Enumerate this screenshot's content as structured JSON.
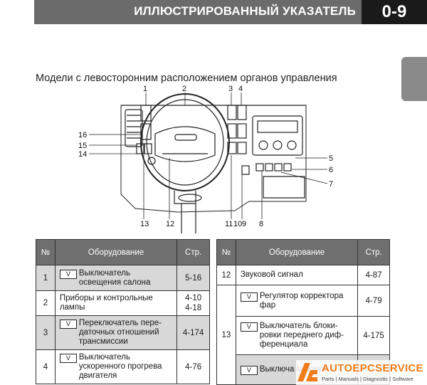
{
  "header": {
    "title": "ИЛЛЮСТРИРОВАННЫЙ УКАЗАТЕЛЬ",
    "page": "0-9"
  },
  "caption": "Модели с левосторонним расположением органов управления",
  "callouts": [
    "1",
    "2",
    "3",
    "4",
    "5",
    "6",
    "7",
    "8",
    "9",
    "10",
    "11",
    "12",
    "13",
    "14",
    "15",
    "16"
  ],
  "table_left": {
    "headers": [
      "№",
      "Оборудование",
      "Стр."
    ],
    "rows": [
      {
        "num": "1",
        "badge": "V",
        "text": "Выключатель освещения салона",
        "page": "5-16",
        "shaded": true
      },
      {
        "num": "2",
        "badge": "",
        "text": "Приборы и контрольные лампы",
        "page": "4-10\n4-18",
        "shaded": false
      },
      {
        "num": "3",
        "badge": "V",
        "text": "Переключатель пере-даточных отношений трансмиссии",
        "page": "4-174",
        "shaded": true
      },
      {
        "num": "4",
        "badge": "V",
        "text": "Выключатель ускоренного прогрева двигателя",
        "page": "4-76",
        "shaded": false
      }
    ]
  },
  "table_right": {
    "headers": [
      "№",
      "Оборудование",
      "Стр."
    ],
    "row12": {
      "num": "12",
      "text": "Звуковой сигнал",
      "page": "4-87"
    },
    "row13": {
      "num": "13",
      "items": [
        {
          "badge": "V",
          "text": "Регулятор корректора фар",
          "page": "4-79",
          "shaded": false
        },
        {
          "badge": "V",
          "text": "Выключатель блоки-ровки переднего диф-ференциала",
          "page": "4-175",
          "shaded": false
        },
        {
          "badge": "V",
          "text": "Выключа кировки",
          "page": "",
          "shaded": true
        }
      ]
    }
  },
  "watermark": {
    "title": "AUTOEPCSERVICE",
    "subtitle": "Parts | Manuals | Diagnostic | Software"
  }
}
